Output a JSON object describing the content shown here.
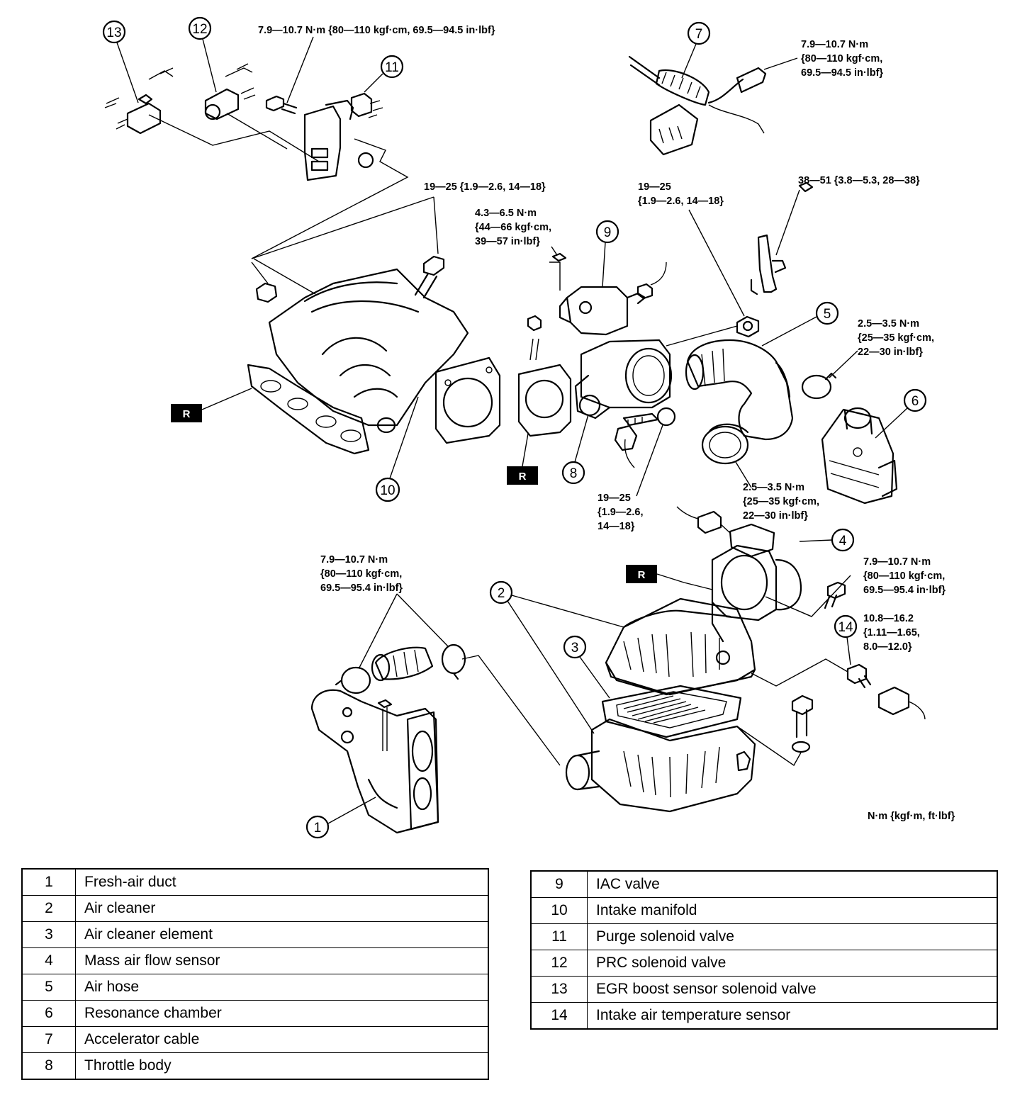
{
  "diagram": {
    "specs": {
      "s_top_center": "7.9—10.7 N·m {80—110 kgf·cm, 69.5—94.5 in·lbf}",
      "s_top_right_1": "7.9—10.7 N·m",
      "s_top_right_2": "{80—110 kgf·cm,",
      "s_top_right_3": "69.5—94.5 in·lbf}",
      "s_manifold": "19—25 {1.9—2.6, 14—18}",
      "s_iac_1": "4.3—6.5 N·m",
      "s_iac_2": "{44—66 kgf·cm,",
      "s_iac_3": "39—57 in·lbf}",
      "s_throttle_1": "19—25",
      "s_throttle_2": "{1.9—2.6, 14—18}",
      "s_bracket": "38—51 {3.8—5.3, 28—38}",
      "s_clamp_r_1": "2.5—3.5 N·m",
      "s_clamp_r_2": "{25—35 kgf·cm,",
      "s_clamp_r_3": "22—30 in·lbf}",
      "s_clamp_l_1": "2.5—3.5 N·m",
      "s_clamp_l_2": "{25—35 kgf·cm,",
      "s_clamp_l_3": "22—30 in·lbf}",
      "s_tb_bolt_1": "19—25",
      "s_tb_bolt_2": "{1.9—2.6,",
      "s_tb_bolt_3": "14—18}",
      "s_duct_1": "7.9—10.7 N·m",
      "s_duct_2": "{80—110 kgf·cm,",
      "s_duct_3": "69.5—95.4 in·lbf}",
      "s_maf_1": "7.9—10.7 N·m",
      "s_maf_2": "{80—110 kgf·cm,",
      "s_maf_3": "69.5—95.4 in·lbf}",
      "s_iat_1": "10.8—16.2",
      "s_iat_2": "{1.11—1.65,",
      "s_iat_3": "8.0—12.0}"
    },
    "units_note": "N·m {kgf·m, ft·lbf}",
    "replace_badge": "R",
    "callouts": {
      "c1": "1",
      "c2": "2",
      "c3": "3",
      "c4": "4",
      "c5": "5",
      "c6": "6",
      "c7": "7",
      "c8": "8",
      "c9": "9",
      "c10": "10",
      "c11": "11",
      "c12": "12",
      "c13": "13",
      "c14": "14"
    }
  },
  "legend_left": [
    {
      "num": "1",
      "name": "Fresh-air duct"
    },
    {
      "num": "2",
      "name": "Air cleaner"
    },
    {
      "num": "3",
      "name": "Air cleaner element"
    },
    {
      "num": "4",
      "name": "Mass air flow sensor"
    },
    {
      "num": "5",
      "name": "Air hose"
    },
    {
      "num": "6",
      "name": "Resonance chamber"
    },
    {
      "num": "7",
      "name": "Accelerator cable"
    },
    {
      "num": "8",
      "name": "Throttle body"
    }
  ],
  "legend_right": [
    {
      "num": "9",
      "name": "IAC valve"
    },
    {
      "num": "10",
      "name": "Intake manifold"
    },
    {
      "num": "11",
      "name": "Purge solenoid valve"
    },
    {
      "num": "12",
      "name": "PRC solenoid valve"
    },
    {
      "num": "13",
      "name": "EGR boost sensor solenoid valve"
    },
    {
      "num": "14",
      "name": "Intake air temperature sensor"
    }
  ]
}
